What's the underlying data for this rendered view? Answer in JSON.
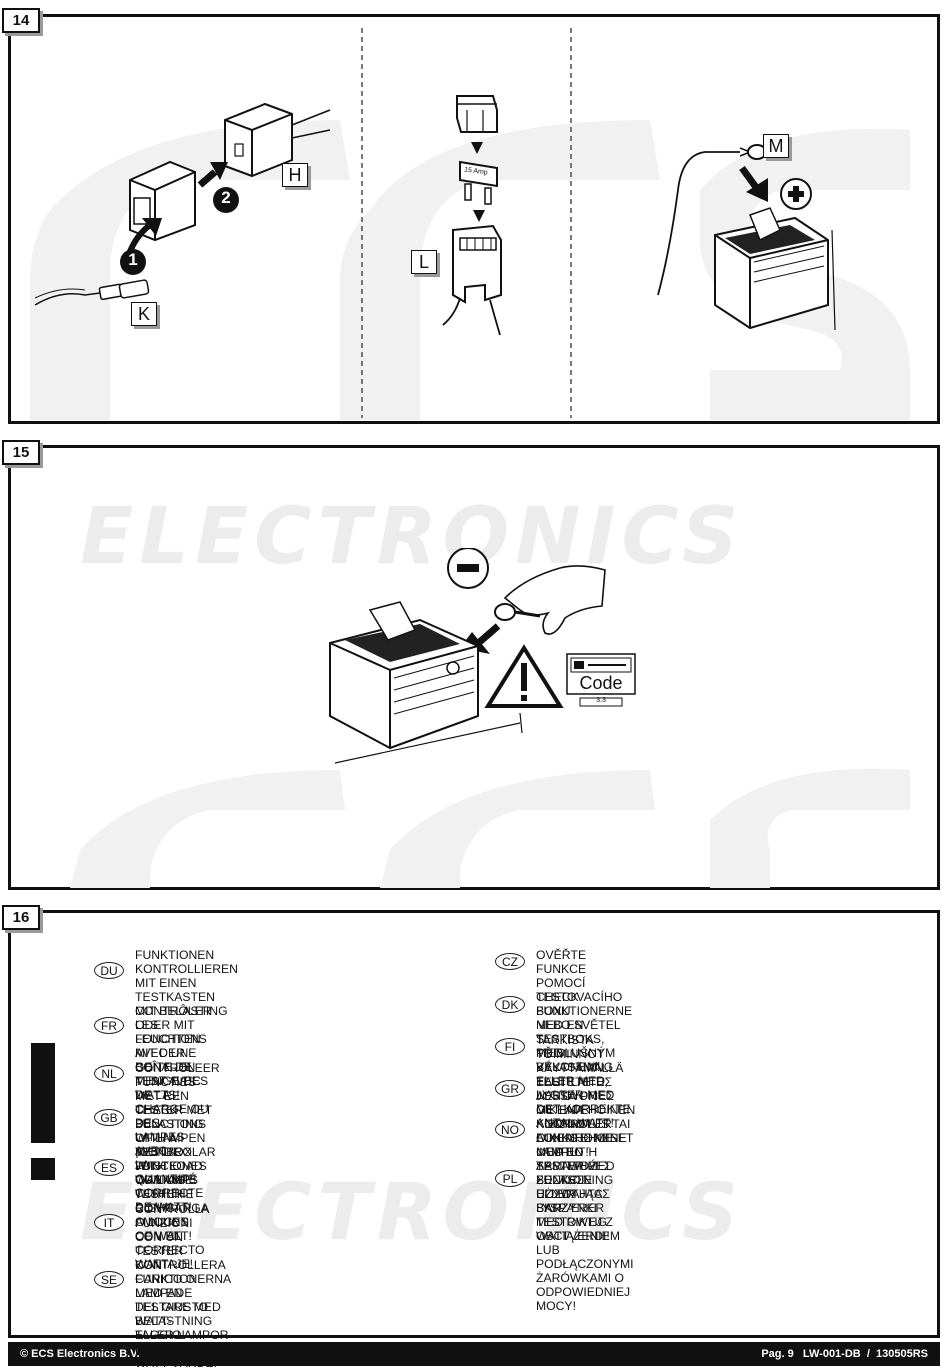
{
  "steps": {
    "s14": "14",
    "s15": "15",
    "s16": "16"
  },
  "watermark": {
    "brand": "ECS",
    "word": "ELECTRONICS"
  },
  "panel14": {
    "label_k": "K",
    "label_h": "H",
    "label_l": "L",
    "label_m": "M",
    "step1": "1",
    "step2": "2",
    "fuse_text": "15 Amp"
  },
  "panel15": {
    "code_label": "Code",
    "code_sub": "3.3"
  },
  "panel16": {
    "warning": "!",
    "left": [
      {
        "code": "DU",
        "text": "FUNKTIONEN KONTROLLIEREN MIT EINEN\nTESTKASTEN MIT BELASTING ODER MIT LEUCHTEN\nMIT DER GENAUEN MENGE DES WATTS!"
      },
      {
        "code": "FR",
        "text": "CONTRÔLER LES FONCTIONS AVEC UNE BOÎTE DE\nTEST AVEC DE LA CHARGE OU DES LAMPES AVEC\nLA QUANTITÉ CORRECTE DE WATT!"
      },
      {
        "code": "NL",
        "text": "CONTROLEER FUNCTIES MET EEN TESTER MET\nBELASTING OF LAMPEN MET DE JUISTE WATTAGE!"
      },
      {
        "code": "GB",
        "text": "CHECK FUNCTIONS WITH A TESTBOX WITH LOAD\nOR LAMPS WITH THE RIGHT AMOUNT OF WATT!"
      },
      {
        "code": "ES",
        "text": "¡CONTROLAR FUNCIONES CON UN TESTER\nCON CARGA O LUCES CON EL CORRECTO\nWATTAJE!"
      },
      {
        "code": "IT",
        "text": "CONTROLLA FUNZIONI CON UN TESTER CON\nCARICO O LAMPADE DEL GIUSTO\nWATT-TAGGIO!"
      },
      {
        "code": "SE",
        "text": "KONTROLLERA FUNKTIONERNA MED EN\nTESTARE MED BELASTNING ELLER LAMPOR\nMED RÄTT WATT-VÄRDE!"
      }
    ],
    "right": [
      {
        "code": "CZ",
        "text": "OVĚŘTE FUNKCE POMOCÍ TESTOVACÍHO BOXU\nNEBO SVĚTEL S PŘISLUŠNÝM VÝKONEM!"
      },
      {
        "code": "DK",
        "text": "CHECK FUNKTIONERNE MED EN TESTBOKS, MED BELASTNING\nELLER MED LYGTER MED DET KORREKTE ANTAL WATT!"
      },
      {
        "code": "FI",
        "text": "TARKISTA TOIMINNOT KÄYTTÄMÄLLÄ TESTILAITE, JOSSA ON\nOIKEATEHOINEN KUORMITUS TAI OIKEATEHOISET LAMPUT!"
      },
      {
        "code": "GR",
        "text": "ΕΛΕΓΞΤΕ ΤΙΣ ΛΕΙΤΟΥΡΓΙΕΣ ΜΕ ΈΝΑ ΚΙΒΩΤΙΟ ΔΟΚΙΜΗΣ ΜΕ\nΦΟΡΤΙΟ Ή ΛΑΜΠΤΗΡΕΣ ΣΩΣΤΗΣ ΠΟΣΟΤΗΤΑΣ ΒΑΤ!"
      },
      {
        "code": "NO",
        "text": "KONTROLER FUNKSJONENE MED EN TESTER MED BELASTNING\nELLER LYSPÆRER MED RIKTIG WATTVERDI!"
      },
      {
        "code": "PL",
        "text": "SPRAWDŹ FUNKCJE UŻYWAJĄC SKRZYNKI TESTOWEJ Z\nOBCIĄŻENIEM LUB PODŁĄCZONYMI ŻARÓWKAMI O\nODPOWIEDNIEJ MOCY!"
      }
    ]
  },
  "footer": {
    "copyright": "© ECS Electronics B.V.",
    "page": "Pag. 9   LW-001-DB  /  130505RS"
  }
}
